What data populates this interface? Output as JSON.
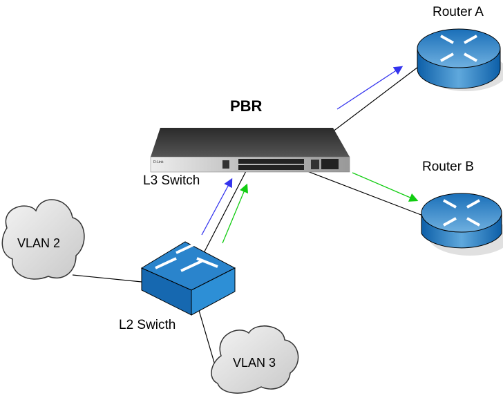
{
  "title": "PBR",
  "nodes": {
    "l3_switch": {
      "label": "L3 Switch",
      "brand": "D-Link"
    },
    "router_a": {
      "label": "Router A"
    },
    "router_b": {
      "label": "Router B"
    },
    "l2_switch": {
      "label": "L2 Swicth"
    },
    "vlan2": {
      "label": "VLAN 2"
    },
    "vlan3": {
      "label": "VLAN 3"
    }
  },
  "colors": {
    "blue_flow": "#3333ee",
    "green_flow": "#11cc11",
    "device_blue": "#1a78c2",
    "link": "#000000"
  }
}
